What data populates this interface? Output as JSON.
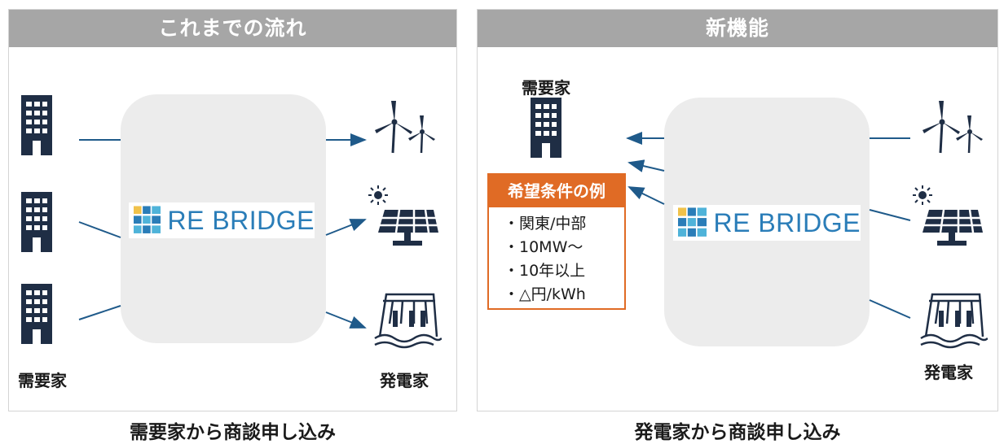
{
  "left_panel": {
    "header": "これまでの流れ",
    "demand_label": "需要家",
    "supply_label": "発電家",
    "logo_text": "RE BRIDGE"
  },
  "right_panel": {
    "header": "新機能",
    "demand_label": "需要家",
    "supply_label": "発電家",
    "logo_text": "RE BRIDGE",
    "conditions": {
      "title": "希望条件の例",
      "items": [
        "・関東/中部",
        "・10MW～",
        "・10年以上",
        "・△円/kWh"
      ]
    }
  },
  "captions": {
    "left": "需要家から商談申し込み",
    "right": "発電家から商談申し込み"
  },
  "colors": {
    "header_bg": "#a6a6a6",
    "hub_bg": "#ececec",
    "building": "#1f2e45",
    "arrow": "#1f5a8a",
    "orange": "#e06b25",
    "logo_blue": "#2a7db8"
  },
  "icons": [
    "building-icon",
    "wind-turbine-icon",
    "solar-panel-icon",
    "dam-icon",
    "logo-icon"
  ]
}
